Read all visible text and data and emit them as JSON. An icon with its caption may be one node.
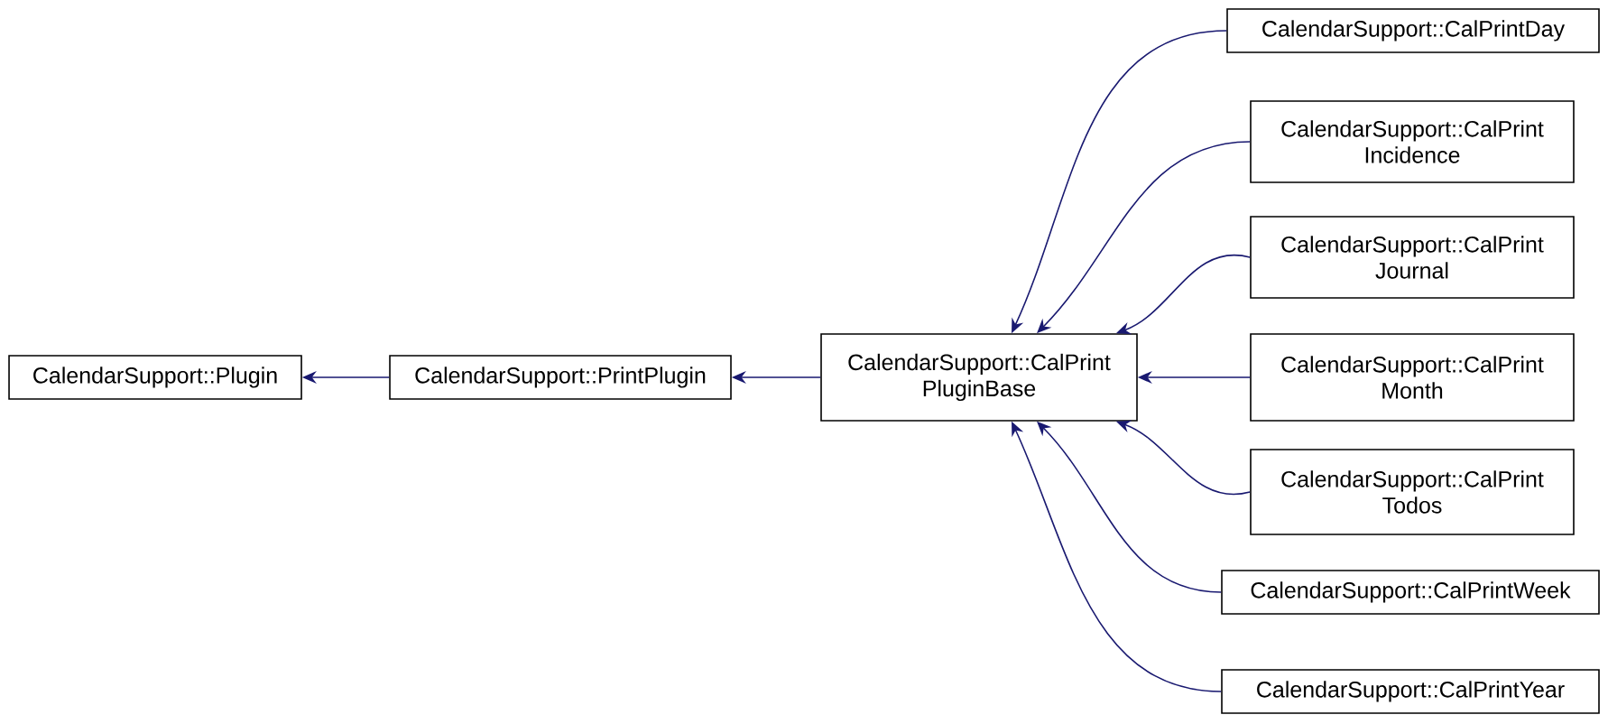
{
  "diagram": {
    "nodes": [
      {
        "text": [
          "CalendarSupport::Plugin"
        ]
      },
      {
        "text": [
          "CalendarSupport::PrintPlugin"
        ]
      },
      {
        "text": [
          "CalendarSupport::CalPrint PluginBase"
        ]
      },
      {
        "text": [
          "CalendarSupport::CalPrintDay"
        ]
      },
      {
        "text": [
          "CalendarSupport::CalPrint Incidence"
        ]
      },
      {
        "text": [
          "CalendarSupport::CalPrint Journal"
        ]
      },
      {
        "text": [
          "CalendarSupport::CalPrint Month"
        ]
      },
      {
        "text": [
          "CalendarSupport::CalPrint Todos"
        ]
      },
      {
        "text": [
          "CalendarSupport::CalPrintWeek"
        ]
      },
      {
        "text": [
          "CalendarSupport::CalPrintYear"
        ]
      }
    ],
    "edges": [
      {
        "from": 1,
        "to": 0,
        "arrow": "to"
      },
      {
        "from": 2,
        "to": 1,
        "arrow": "to"
      },
      {
        "from": 3,
        "to": 2,
        "arrow": "to"
      },
      {
        "from": 4,
        "to": 2,
        "arrow": "to"
      },
      {
        "from": 5,
        "to": 2,
        "arrow": "to"
      },
      {
        "from": 6,
        "to": 2,
        "arrow": "to"
      },
      {
        "from": 7,
        "to": 2,
        "arrow": "to"
      },
      {
        "from": 8,
        "to": 2,
        "arrow": "to"
      },
      {
        "from": 9,
        "to": 2,
        "arrow": "to"
      }
    ]
  }
}
